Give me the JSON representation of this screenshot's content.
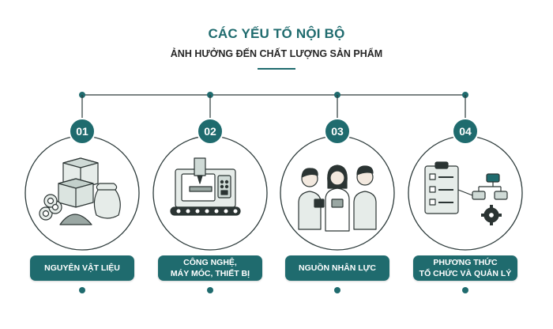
{
  "header": {
    "title": "CÁC YẾU TỐ NỘI BỘ",
    "subtitle": "ẢNH HƯỞNG ĐẾN CHẤT LƯỢNG SẢN PHẨM"
  },
  "colors": {
    "accent": "#1f6b6e",
    "line": "#2d3b3b",
    "illustration_fill": "#e6ece9",
    "illustration_stroke": "#2b3433"
  },
  "factors": [
    {
      "number": "01",
      "label": "NGUYÊN VẬT LIỆU",
      "icon": "raw-materials-icon"
    },
    {
      "number": "02",
      "label": "CÔNG NGHỆ,\nMÁY MÓC, THIẾT BỊ",
      "icon": "cnc-machine-icon"
    },
    {
      "number": "03",
      "label": "NGUỒN NHÂN LỰC",
      "icon": "team-people-icon"
    },
    {
      "number": "04",
      "label": "PHƯƠNG THỨC\nTỔ CHỨC VÀ QUẢN LÝ",
      "icon": "management-checklist-icon"
    }
  ]
}
